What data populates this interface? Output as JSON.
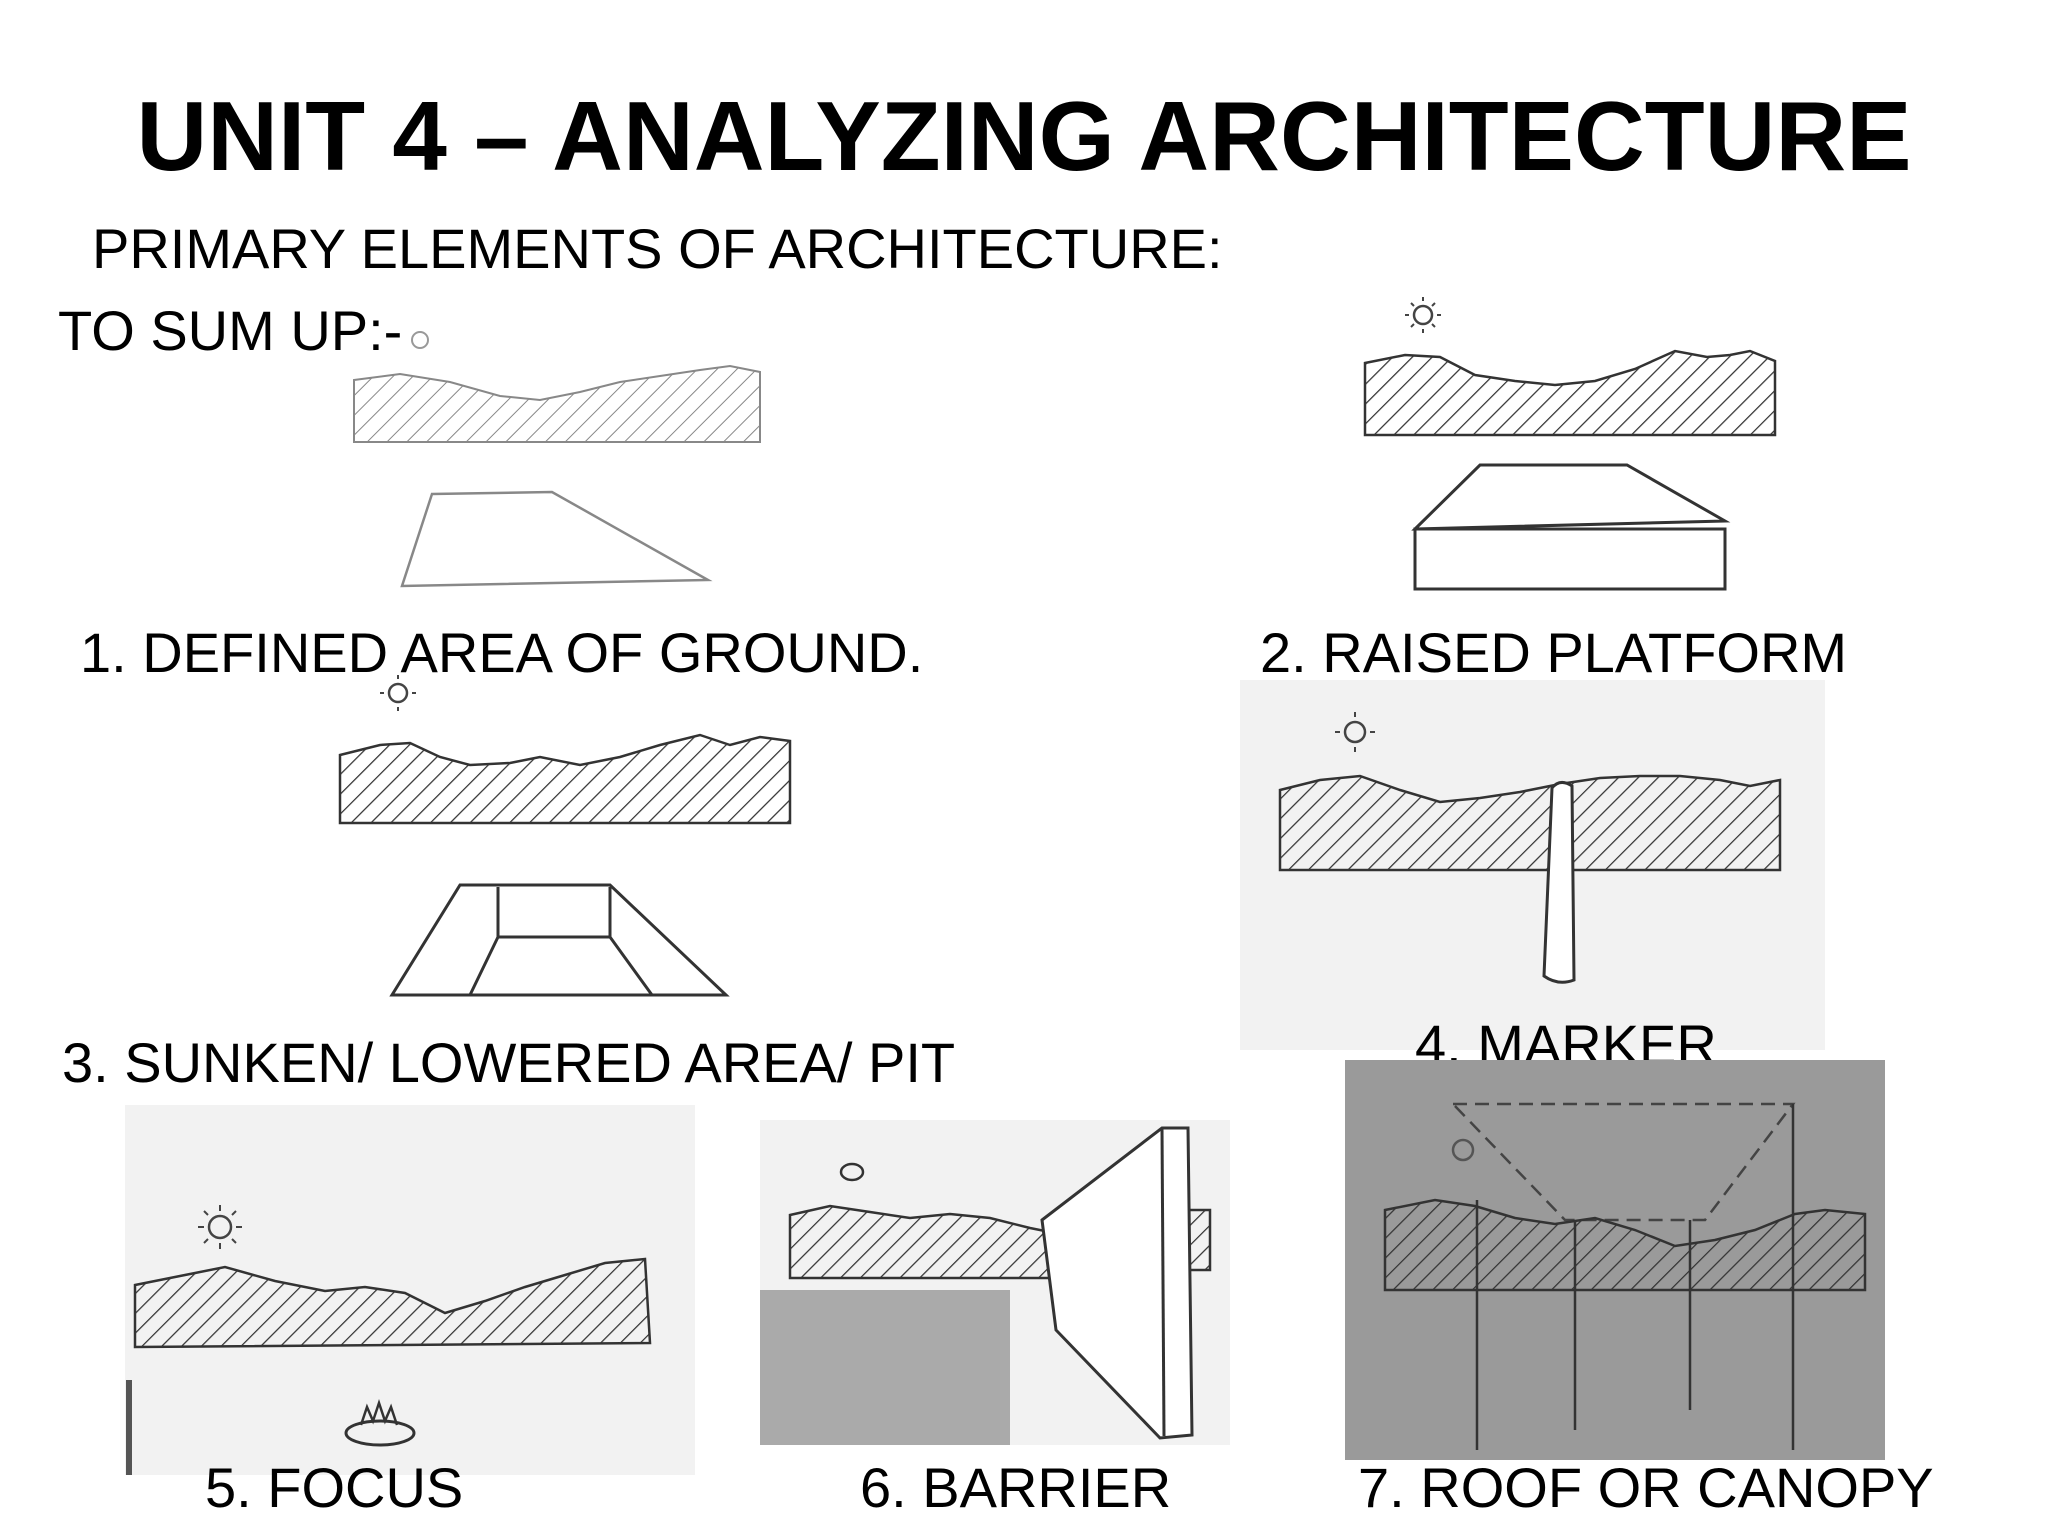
{
  "title": "UNIT 4 – ANALYZING ARCHITECTURE",
  "subtitle": "PRIMARY ELEMENTS OF ARCHITECTURE:",
  "summary": "TO SUM UP:-",
  "elements": [
    {
      "label": "1. DEFINED AREA OF GROUND."
    },
    {
      "label": "2. RAISED PLATFORM"
    },
    {
      "label": "3. SUNKEN/ LOWERED AREA/ PIT"
    },
    {
      "label": "4. MARKER"
    },
    {
      "label": "5. FOCUS"
    },
    {
      "label": "6. BARRIER"
    },
    {
      "label": "7. ROOF OR CANOPY"
    }
  ]
}
